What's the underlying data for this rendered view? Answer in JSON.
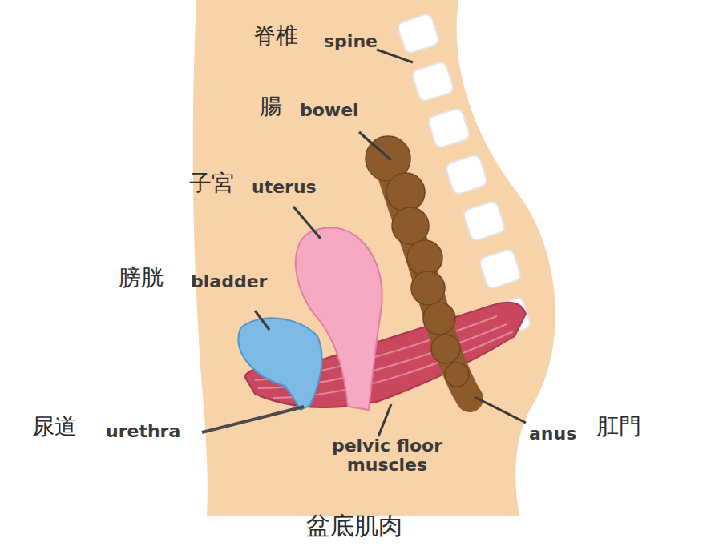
{
  "diagram": {
    "labels": [
      "脊椎",
      "spine",
      "腸",
      "bowel",
      "子宮",
      "uterus",
      "膀胱",
      "bladder",
      "尿道",
      "urethra",
      "pelvic floor muscles",
      "anus",
      "肛門",
      "盆底肌肉"
    ]
  }
}
